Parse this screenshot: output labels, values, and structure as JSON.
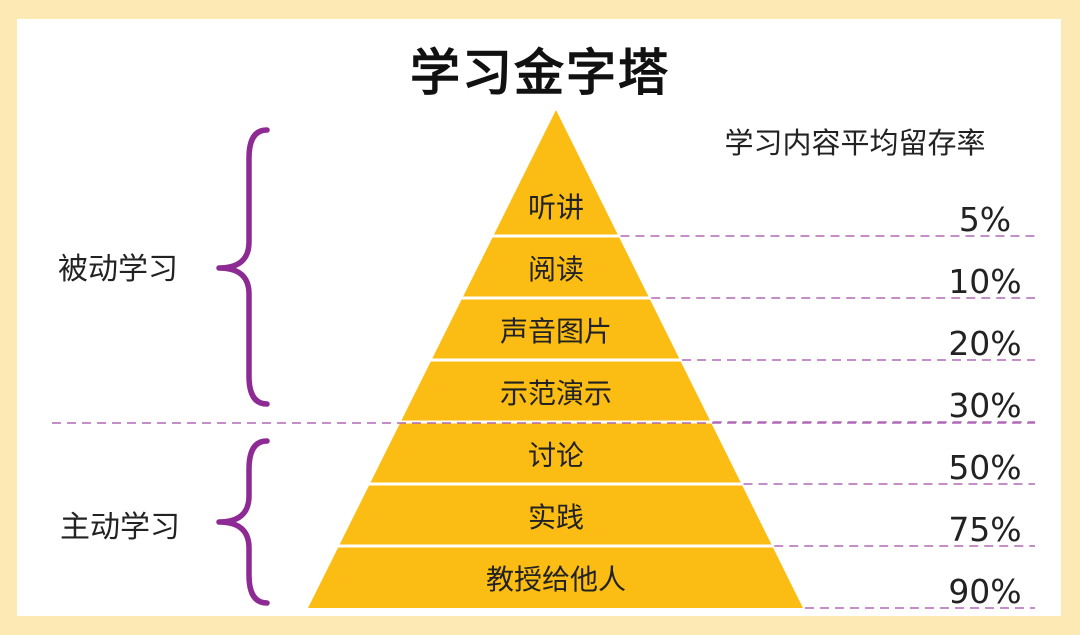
{
  "title": "学习金字塔",
  "column_header": "学习内容平均留存率",
  "groups": [
    {
      "label": "被动学习"
    },
    {
      "label": "主动学习"
    }
  ],
  "levels": [
    {
      "label": "听讲",
      "rate": "5%"
    },
    {
      "label": "阅读",
      "rate": "10%"
    },
    {
      "label": "声音图片",
      "rate": "20%"
    },
    {
      "label": "示范演示",
      "rate": "30%"
    },
    {
      "label": "讨论",
      "rate": "50%"
    },
    {
      "label": "实践",
      "rate": "75%"
    },
    {
      "label": "教授给他人",
      "rate": "90%"
    }
  ],
  "colors": {
    "background": "#fce9b3",
    "pyramid": "#fbbd13",
    "bracket": "#8d2a93",
    "dash": "#b06ab5"
  }
}
